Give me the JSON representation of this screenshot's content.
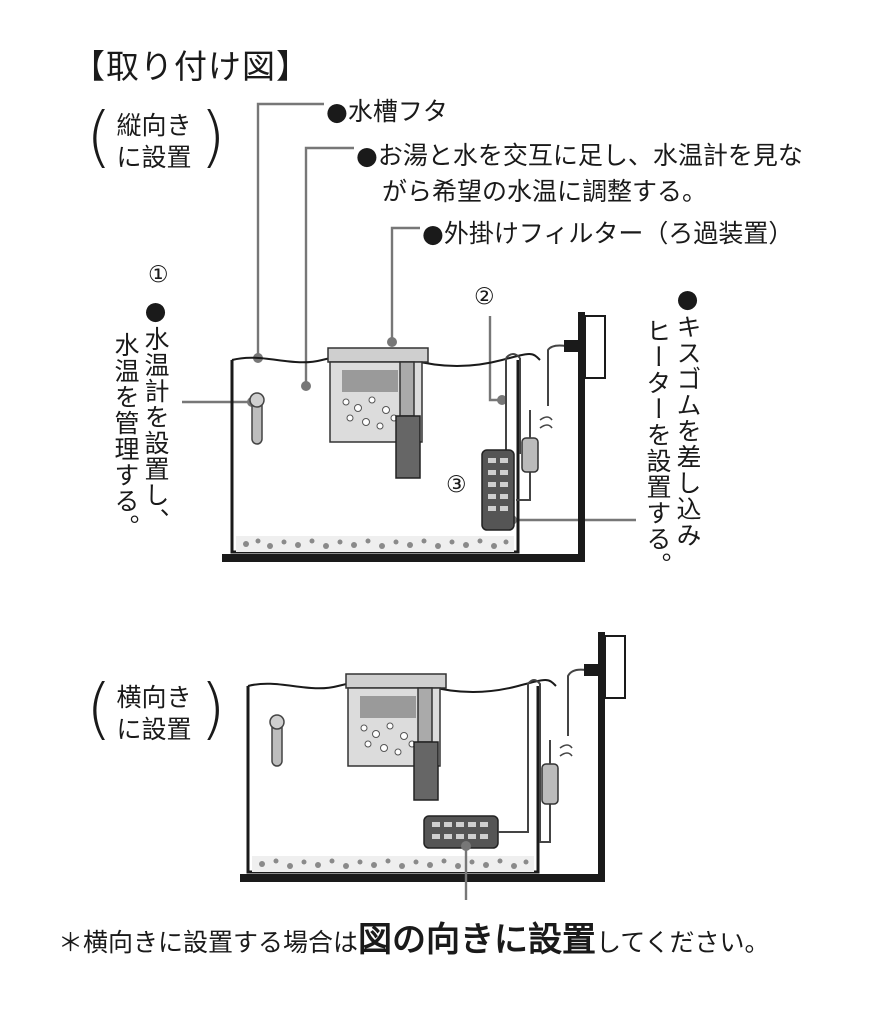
{
  "title": "【取り付け図】",
  "vertical_setup": {
    "orientation_line1": "縦向き",
    "orientation_line2": "に設置",
    "labels": {
      "lid": "●水槽フタ",
      "hot_water_line1": "●お湯と水を交互に足し、水温計を見な",
      "hot_water_line2": "がら希望の水温に調整する。",
      "filter": "●外掛けフィルター（ろ過装置）",
      "step1_num": "①",
      "step1_text_col1": "●水温計を設置し、",
      "step1_text_col2": "水温を管理する。",
      "step2_num": "②",
      "step3_num": "③",
      "heater_col1": "●キスゴムを差し込み",
      "heater_col2": "ヒーターを設置する。"
    }
  },
  "horizontal_setup": {
    "orientation_line1": "横向き",
    "orientation_line2": "に設置"
  },
  "footnote": {
    "prefix": "＊横向きに設置する場合は",
    "bold": "図の向きに設置",
    "suffix": "してください。"
  },
  "colors": {
    "line": "#1a1a1a",
    "leader": "#777777",
    "device_fill": "#d6d6d6",
    "device_dark": "#555555",
    "gravel": "#8a8a8a"
  }
}
